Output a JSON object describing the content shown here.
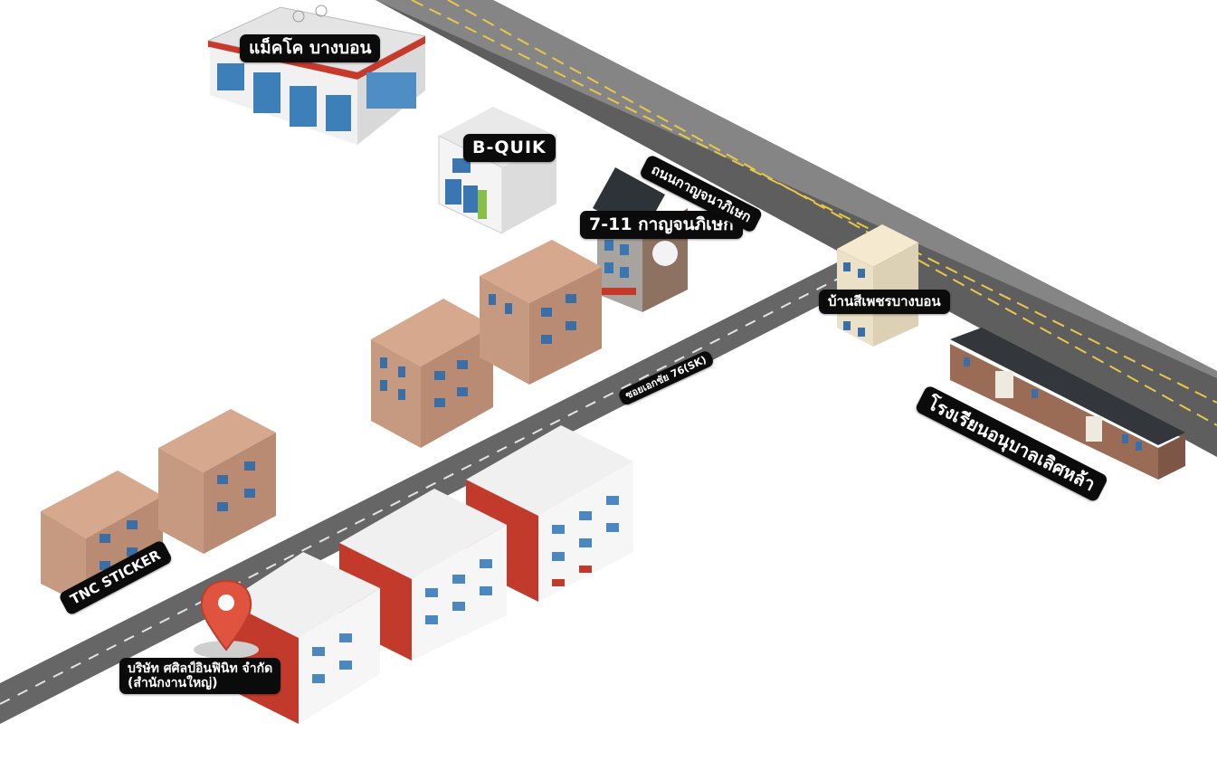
{
  "places": {
    "makro": "แม็คโค บางบอน",
    "bquik": "B-QUIK",
    "seven_eleven": "7-11 กาญจนภิเษก",
    "baan_see_petch": "บ้านสีเพชรบางบอน",
    "school": "โรงเรียนอนุบาลเลิศหล้า",
    "tnc_sticker": "TNC STICKER",
    "company_line1": "บริษัท ศศิลป์อินฟินิท จำกัด",
    "company_line2": "(สำนักงานใหญ่)"
  },
  "roads": {
    "main_road": "ถนนกาญจนาภิเษก",
    "soi": "ซอยเอกชัย 76(SK)"
  },
  "colors": {
    "road": "#6f6f6f",
    "road_marking": "#e8c84a",
    "pin": "#e0533f",
    "brick_red": "#c23a2b",
    "tan_building": "#c6987f"
  },
  "icons": {
    "pin": "map-pin-icon"
  }
}
